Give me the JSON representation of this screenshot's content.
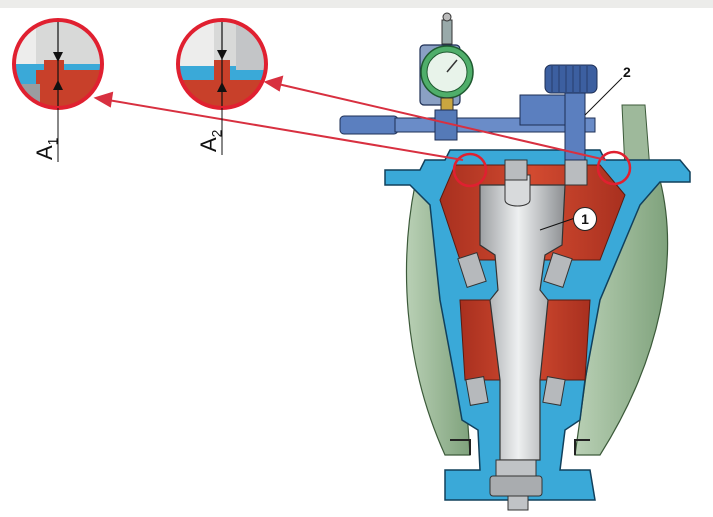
{
  "labels": {
    "a1": {
      "main": "A",
      "sub": "1"
    },
    "a2": {
      "main": "A",
      "sub": "2"
    },
    "callout_1": "1",
    "callout_2": "2"
  },
  "colors": {
    "housing_blue": "#3aa9d8",
    "housing_dark": "#1e6f9a",
    "bearing_red": "#c8402a",
    "tire_green": "#a9c4a6",
    "spindle_gray": "#c8cacc",
    "callout_circle": "#e02030",
    "arrow_red": "#d83040",
    "indicator_blue": "#4a6ea8"
  },
  "icons": [
    "dial-indicator-icon",
    "knob-icon"
  ]
}
